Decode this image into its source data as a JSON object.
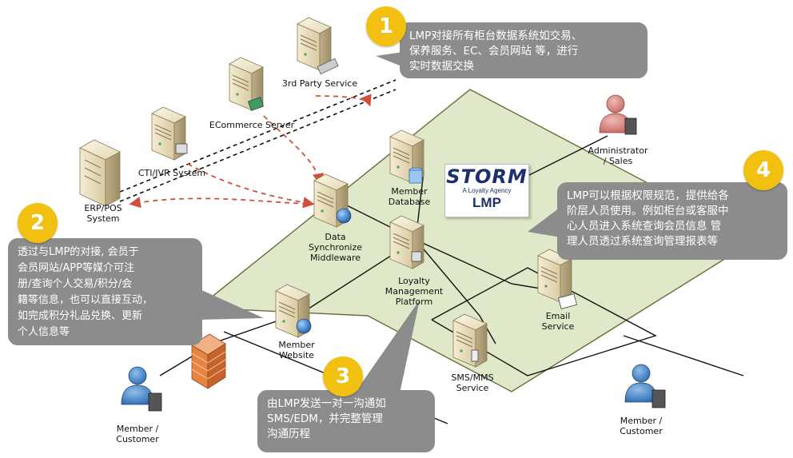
{
  "colors": {
    "platform_fill": "#dfe9c9",
    "callout_bg": "#8c8c8c",
    "badge": "#f2c011",
    "arrow": "#d24f3c",
    "logo_navy": "#1d2f6f"
  },
  "nodes": {
    "third_party": "3rd Party Service",
    "ecommerce": "ECommerce Server",
    "cti_ivr": "CTI/IVR System",
    "erp_pos": "ERP/POS\nSystem",
    "member_database": "Member\nDatabase",
    "data_sync": "Data\nSynchronize\nMiddleware",
    "lmp_platform": "Loyalty\nManagement\nPlatform",
    "member_website": "Member\nWebsite",
    "email_service": "Email\nService",
    "sms_service": "SMS/MMS\nService",
    "administrator": "Administrator\n/ Sales",
    "member_left": "Member /\nCustomer",
    "member_right": "Member /\nCustomer"
  },
  "logo": {
    "brand": "STORM",
    "tagline": "A Loyalty Agency",
    "product": "LMP"
  },
  "callouts": [
    {
      "number": "1",
      "text": "LMP对接所有柜台数据系统如交易、\n保养服务、EC、会员网站 等，进行\n实时数据交换"
    },
    {
      "number": "2",
      "text": "透过与LMP的对接, 会员于\n会员网站/APP等媒介可注\n册/查询个人交易/积分/会\n籍等信息，也可以直接互动，\n如完成积分礼品兑换、更新\n个人信息等"
    },
    {
      "number": "3",
      "text": "由LMP发送一对一沟通如\nSMS/EDM，并完整管理\n沟通历程"
    },
    {
      "number": "4",
      "text": "LMP可以根据权限规范，提供给各\n阶层人员使用。例如柜台或客服中\n心人员进入系统查询会员信息 管\n理人员透过系统查询管理报表等"
    }
  ]
}
